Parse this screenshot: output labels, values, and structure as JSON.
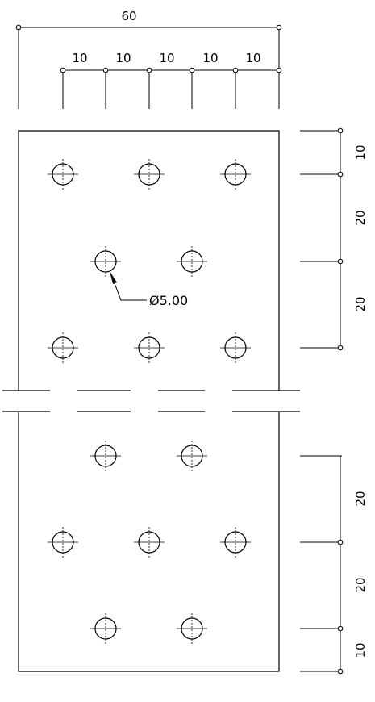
{
  "top_dims": {
    "overall": "60",
    "segments": [
      "10",
      "10",
      "10",
      "10",
      "10"
    ]
  },
  "right_dims_upper": [
    "10",
    "20",
    "20"
  ],
  "right_dims_lower": [
    "20",
    "20",
    "10"
  ],
  "hole_note": "Ø5.00",
  "colors": {
    "line": "#000000",
    "background": "#ffffff"
  }
}
